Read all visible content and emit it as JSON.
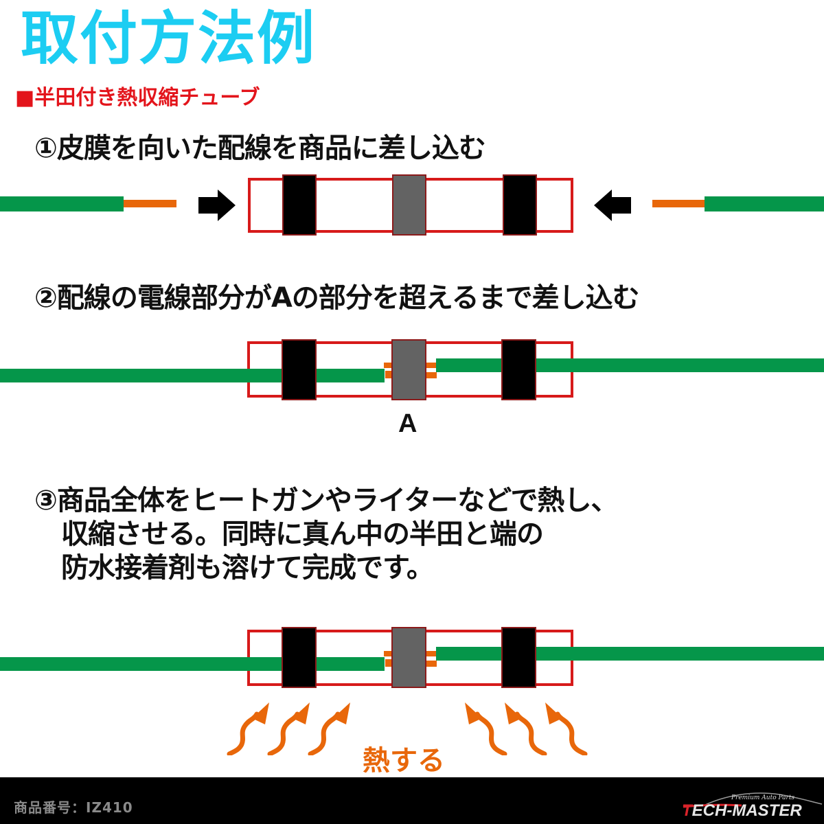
{
  "header": {
    "title": "取付方法例",
    "subtitle": "■半田付き熱収縮チューブ"
  },
  "steps": [
    {
      "number": "①",
      "text": "①皮膜を向いた配線を商品に差し込む"
    },
    {
      "number": "②",
      "text": "②配線の電線部分がAの部分を超えるまで差し込む"
    },
    {
      "number": "③",
      "lines": [
        "③商品全体をヒートガンやライターなどで熱し、",
        "　収縮させる。同時に真ん中の半田と端の",
        "　防水接着剤も溶けて完成です。"
      ]
    }
  ],
  "diagram": {
    "point_label": "A",
    "heat_label": "熱する",
    "colors": {
      "wire_insulation": "#05964a",
      "wire_conductor": "#e8670a",
      "tube_outline": "#d71a1a",
      "adhesive_band": "#000000",
      "solder_band": "#636363",
      "heat_arrow": "#e8670a",
      "title": "#1ccdf2",
      "subtitle": "#e3141b"
    }
  },
  "footer": {
    "product_number": "商品番号：IZ410",
    "logo_tagline": "Premium Auto Parts",
    "logo_first": "T",
    "logo_rest": "ECH-MASTER"
  }
}
